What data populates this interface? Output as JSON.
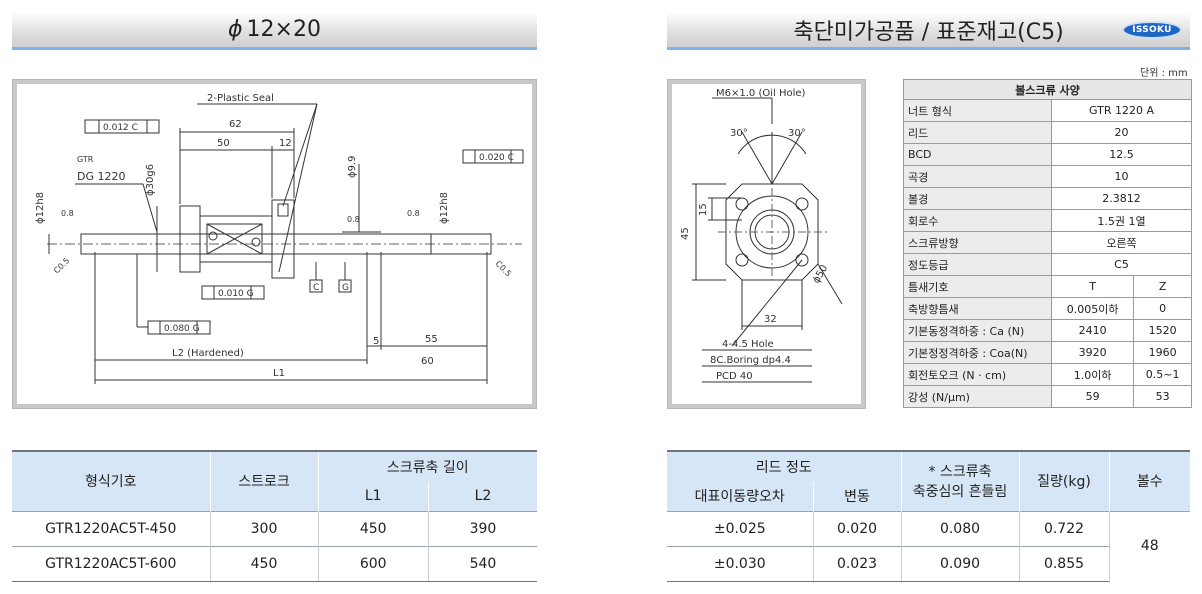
{
  "header_left": {
    "phi": "ϕ",
    "title": "12×20"
  },
  "header_right": {
    "title": "축단미가공품 / 표준재고(C5)",
    "logo": "ISSOKU"
  },
  "unit": "단위 : mm",
  "drawing_left": {
    "plastic_seal": "2-Plastic Seal",
    "dim_62": "62",
    "dim_50": "50",
    "dim_12": "12",
    "dim_5": "5",
    "dim_55": "55",
    "dim_60": "60",
    "phi_99": "ϕ9.9",
    "l2": "L2 (Hardened)",
    "l1": "L1",
    "gtr": "GTR",
    "dg": "DG 1220",
    "tol_0012": "0.012 C",
    "tol_0020": "0.020 C",
    "tol_0010": "0.010 G",
    "tol_0080": "0.080 G",
    "datum_c": "C",
    "datum_g": "G",
    "dia_left": "ϕ12h8",
    "dia_right": "ϕ12h8",
    "nut_dia": "ϕ30g6",
    "c05": "C0.5",
    "rough": "0.8"
  },
  "drawing_right": {
    "m6": "M6×1.0 (Oil Hole)",
    "ang": "30°",
    "dim_45": "45",
    "dim_15": "15",
    "phi_50": "ϕ50",
    "dim_32": "32",
    "holes": "4-4.5 Hole",
    "boring": "8C.Boring dp4.4",
    "pcd": "PCD 40"
  },
  "spec": {
    "title": "볼스크류 사양",
    "rows": [
      {
        "label": "너트 형식",
        "value": "GTR 1220 A"
      },
      {
        "label": "리드",
        "value": "20"
      },
      {
        "label": "BCD",
        "value": "12.5"
      },
      {
        "label": "곡경",
        "value": "10"
      },
      {
        "label": "볼경",
        "value": "2.3812"
      },
      {
        "label": "회로수",
        "value": "1.5권 1열"
      },
      {
        "label": "스크류방향",
        "value": "오른쪽"
      },
      {
        "label": "정도등급",
        "value": "C5"
      }
    ],
    "rows2": [
      {
        "label": "틈새기호",
        "t": "T",
        "z": "Z"
      },
      {
        "label": "축방향틈새",
        "t": "0.005이하",
        "z": "0"
      },
      {
        "label": "기본동정격하중 : Ca (N)",
        "t": "2410",
        "z": "1520"
      },
      {
        "label": "기본정정격하중 : Coa(N)",
        "t": "3920",
        "z": "1960"
      },
      {
        "label": "회전토오크 (N · cm)",
        "t": "1.0이하",
        "z": "0.5~1"
      },
      {
        "label": "강성 (N/μm)",
        "t": "59",
        "z": "53"
      }
    ]
  },
  "models_table": {
    "h_model": "형식기호",
    "h_stroke": "스트로크",
    "h_length": "스크류축 길이",
    "h_l1": "L1",
    "h_l2": "L2",
    "rows": [
      {
        "model": "GTR1220AC5T-450",
        "stroke": "300",
        "l1": "450",
        "l2": "390"
      },
      {
        "model": "GTR1220AC5T-600",
        "stroke": "450",
        "l1": "600",
        "l2": "540"
      }
    ]
  },
  "accuracy_table": {
    "h_lead": "리드 정도",
    "h_rep": "대표이동량오차",
    "h_var": "변동",
    "h_runout_1": "* 스크류축",
    "h_runout_2": "축중심의 흔들림",
    "h_mass": "질량(kg)",
    "h_balls": "볼수",
    "rows": [
      {
        "rep": "±0.025",
        "var": "0.020",
        "runout": "0.080",
        "mass": "0.722"
      },
      {
        "rep": "±0.030",
        "var": "0.023",
        "runout": "0.090",
        "mass": "0.855"
      }
    ],
    "balls": "48"
  }
}
